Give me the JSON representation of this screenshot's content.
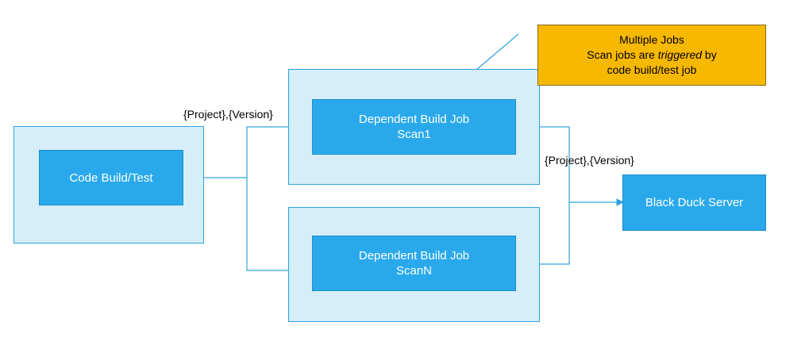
{
  "nodes": {
    "code_build": {
      "label": "Code Build/Test"
    },
    "scan1": {
      "line1": "Dependent Build Job",
      "line2": "Scan1"
    },
    "scann": {
      "line1": "Dependent Build Job",
      "line2": "ScanN"
    },
    "black_duck": {
      "label": "Black Duck Server"
    }
  },
  "note": {
    "line1": "Multiple Jobs",
    "line2_prefix": "Scan jobs are ",
    "line2_emph": "triggered",
    "line2_suffix": " by",
    "line3": "code build/test job"
  },
  "edge_labels": {
    "left": "{Project},{Version}",
    "right": "{Project},{Version}"
  },
  "colors": {
    "outer_fill": "#d6eef9",
    "node_fill": "#29a9ec",
    "note_fill": "#f7b800",
    "connector": "#2ea3e0"
  }
}
